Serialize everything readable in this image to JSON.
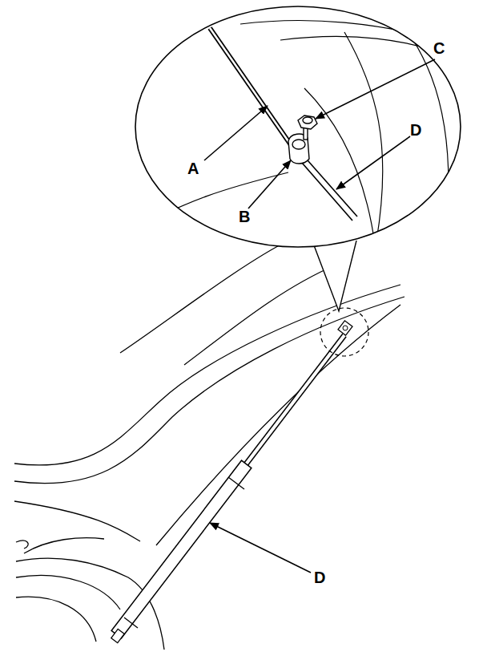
{
  "diagram": {
    "labels": [
      "C",
      "A",
      "D",
      "B",
      "D"
    ]
  }
}
